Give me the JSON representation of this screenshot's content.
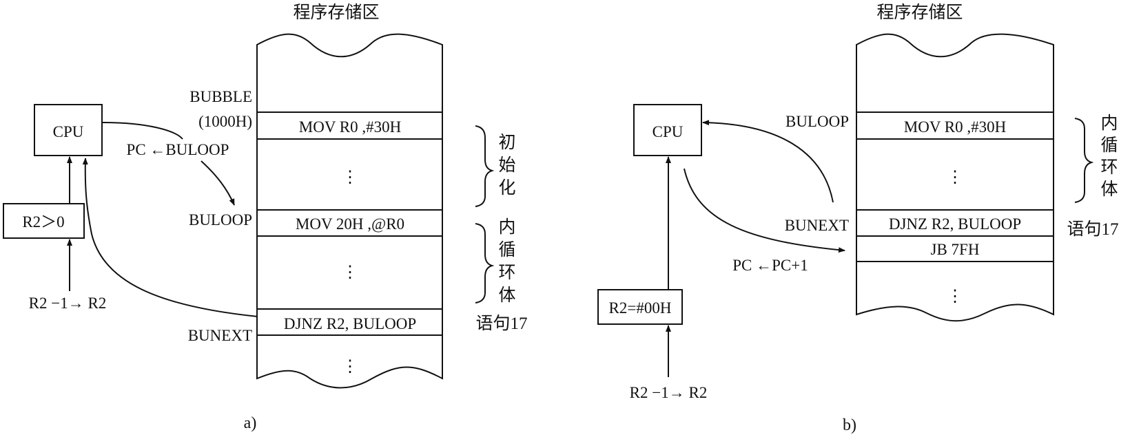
{
  "panel_a": {
    "memory_title": "程序存储区",
    "cpu_label": "CPU",
    "condition_label": "R2＞0",
    "decrement_label": "R2 −1→ R2",
    "pc_label": "PC ←BULOOP",
    "addr_bubble": "BUBBLE",
    "addr_1000h": "(1000H)",
    "addr_buloop": "BULOOP",
    "addr_bunext": "BUNEXT",
    "instr_mov_r0": "MOV R0 ,#30H",
    "instr_mov_20h": "MOV 20H ,@R0",
    "instr_djnz": "DJNZ R2, BULOOP",
    "ellipsis": "⋮",
    "brace_init": [
      "初",
      "始",
      "化"
    ],
    "brace_inner": [
      "内",
      "循",
      "环",
      "体"
    ],
    "stmt_label": "语句17",
    "caption": "a)"
  },
  "panel_b": {
    "memory_title": "程序存储区",
    "cpu_label": "CPU",
    "condition_label": "R2=#00H",
    "decrement_label": "R2 −1→ R2",
    "pc_label": "PC ←PC+1",
    "addr_buloop": "BULOOP",
    "addr_bunext": "BUNEXT",
    "instr_mov_r0": "MOV R0 ,#30H",
    "instr_djnz": "DJNZ R2, BULOOP",
    "instr_jb": "JB 7FH",
    "ellipsis": "⋮",
    "brace_inner": [
      "内",
      "循",
      "环",
      "体"
    ],
    "stmt_label": "语句17",
    "caption": "b)"
  }
}
